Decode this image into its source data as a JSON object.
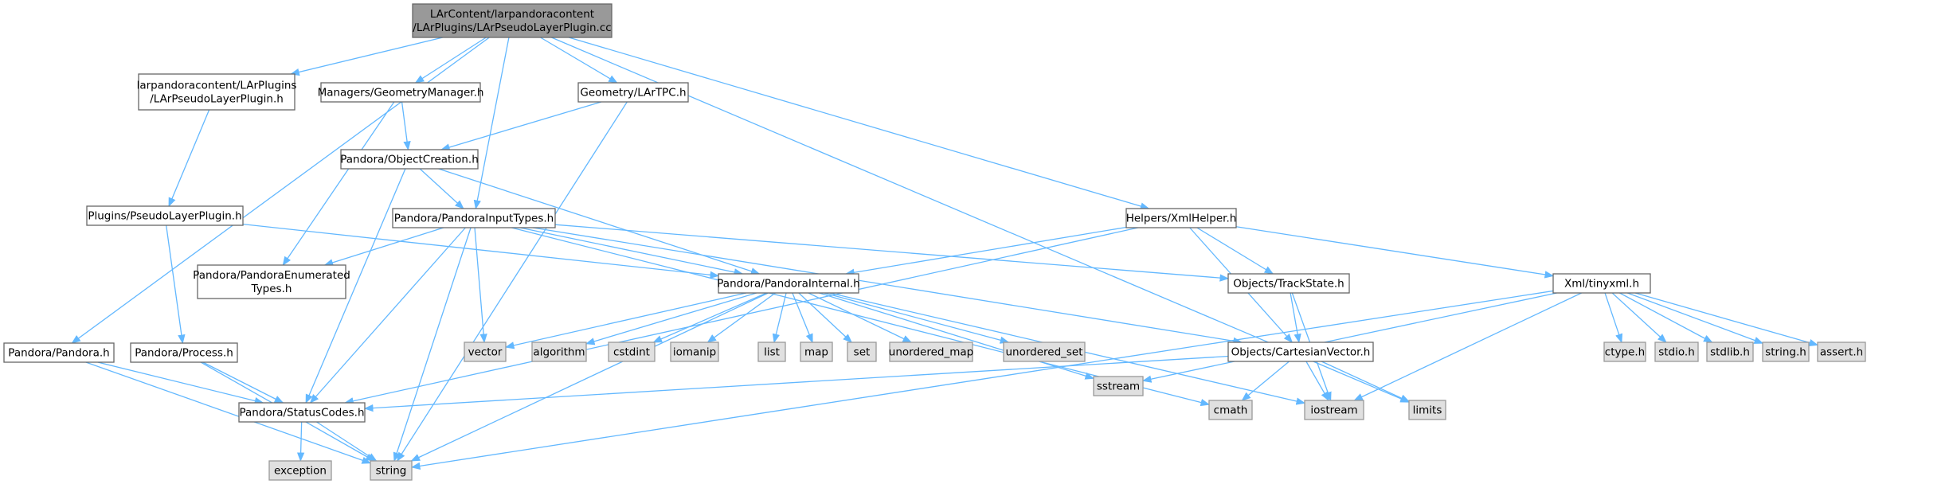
{
  "graph": {
    "edge_color": "#63b8ff",
    "nodes": [
      {
        "id": "root",
        "lines": [
          "LArContent/larpandoracontent",
          "/LArPlugins/LArPseudoLayerPlugin.cc"
        ],
        "kind": "root"
      },
      {
        "id": "larpseudohdr",
        "lines": [
          "larpandoracontent/LArPlugins",
          "/LArPseudoLayerPlugin.h"
        ],
        "kind": "normal"
      },
      {
        "id": "geommgr",
        "lines": [
          "Managers/GeometryManager.h"
        ],
        "kind": "normal"
      },
      {
        "id": "lartpc",
        "lines": [
          "Geometry/LArTPC.h"
        ],
        "kind": "normal"
      },
      {
        "id": "objcreation",
        "lines": [
          "Pandora/ObjectCreation.h"
        ],
        "kind": "normal"
      },
      {
        "id": "pseudoplugin",
        "lines": [
          "Plugins/PseudoLayerPlugin.h"
        ],
        "kind": "normal"
      },
      {
        "id": "inputtypes",
        "lines": [
          "Pandora/PandoraInputTypes.h"
        ],
        "kind": "normal"
      },
      {
        "id": "xmlhelper",
        "lines": [
          "Helpers/XmlHelper.h"
        ],
        "kind": "normal"
      },
      {
        "id": "enumtypes",
        "lines": [
          "Pandora/PandoraEnumerated",
          "Types.h"
        ],
        "kind": "normal"
      },
      {
        "id": "internal",
        "lines": [
          "Pandora/PandoraInternal.h"
        ],
        "kind": "normal"
      },
      {
        "id": "trackstate",
        "lines": [
          "Objects/TrackState.h"
        ],
        "kind": "normal"
      },
      {
        "id": "tinyxml",
        "lines": [
          "Xml/tinyxml.h"
        ],
        "kind": "normal"
      },
      {
        "id": "pandora",
        "lines": [
          "Pandora/Pandora.h"
        ],
        "kind": "normal"
      },
      {
        "id": "process",
        "lines": [
          "Pandora/Process.h"
        ],
        "kind": "normal"
      },
      {
        "id": "statuscodes",
        "lines": [
          "Pandora/StatusCodes.h"
        ],
        "kind": "normal"
      },
      {
        "id": "cartvec",
        "lines": [
          "Objects/CartesianVector.h"
        ],
        "kind": "normal"
      },
      {
        "id": "vector",
        "lines": [
          "vector"
        ],
        "kind": "system"
      },
      {
        "id": "algorithm",
        "lines": [
          "algorithm"
        ],
        "kind": "system"
      },
      {
        "id": "cstdint",
        "lines": [
          "cstdint"
        ],
        "kind": "system"
      },
      {
        "id": "iomanip",
        "lines": [
          "iomanip"
        ],
        "kind": "system"
      },
      {
        "id": "list",
        "lines": [
          "list"
        ],
        "kind": "system"
      },
      {
        "id": "map",
        "lines": [
          "map"
        ],
        "kind": "system"
      },
      {
        "id": "set",
        "lines": [
          "set"
        ],
        "kind": "system"
      },
      {
        "id": "unordered_map",
        "lines": [
          "unordered_map"
        ],
        "kind": "system"
      },
      {
        "id": "unordered_set",
        "lines": [
          "unordered_set"
        ],
        "kind": "system"
      },
      {
        "id": "sstream",
        "lines": [
          "sstream"
        ],
        "kind": "system"
      },
      {
        "id": "ctype",
        "lines": [
          "ctype.h"
        ],
        "kind": "system"
      },
      {
        "id": "stdio",
        "lines": [
          "stdio.h"
        ],
        "kind": "system"
      },
      {
        "id": "stdlib",
        "lines": [
          "stdlib.h"
        ],
        "kind": "system"
      },
      {
        "id": "stringh",
        "lines": [
          "string.h"
        ],
        "kind": "system"
      },
      {
        "id": "asserth",
        "lines": [
          "assert.h"
        ],
        "kind": "system"
      },
      {
        "id": "cmath",
        "lines": [
          "cmath"
        ],
        "kind": "system"
      },
      {
        "id": "iostream",
        "lines": [
          "iostream"
        ],
        "kind": "system"
      },
      {
        "id": "limits",
        "lines": [
          "limits"
        ],
        "kind": "system"
      },
      {
        "id": "exception",
        "lines": [
          "exception"
        ],
        "kind": "system"
      },
      {
        "id": "string",
        "lines": [
          "string"
        ],
        "kind": "system"
      }
    ],
    "edges": [
      [
        "root",
        "larpseudohdr"
      ],
      [
        "root",
        "geommgr"
      ],
      [
        "root",
        "lartpc"
      ],
      [
        "root",
        "inputtypes"
      ],
      [
        "root",
        "xmlhelper"
      ],
      [
        "root",
        "pandora"
      ],
      [
        "root",
        "limits"
      ],
      [
        "larpseudohdr",
        "pseudoplugin"
      ],
      [
        "geommgr",
        "objcreation"
      ],
      [
        "geommgr",
        "enumtypes"
      ],
      [
        "lartpc",
        "objcreation"
      ],
      [
        "lartpc",
        "string"
      ],
      [
        "objcreation",
        "inputtypes"
      ],
      [
        "objcreation",
        "internal"
      ],
      [
        "objcreation",
        "statuscodes"
      ],
      [
        "pseudoplugin",
        "internal"
      ],
      [
        "pseudoplugin",
        "process"
      ],
      [
        "inputtypes",
        "enumtypes"
      ],
      [
        "inputtypes",
        "internal"
      ],
      [
        "inputtypes",
        "statuscodes"
      ],
      [
        "inputtypes",
        "trackstate"
      ],
      [
        "inputtypes",
        "cartvec"
      ],
      [
        "inputtypes",
        "vector"
      ],
      [
        "inputtypes",
        "string"
      ],
      [
        "inputtypes",
        "cmath"
      ],
      [
        "xmlhelper",
        "internal"
      ],
      [
        "xmlhelper",
        "trackstate"
      ],
      [
        "xmlhelper",
        "cartvec"
      ],
      [
        "xmlhelper",
        "tinyxml"
      ],
      [
        "xmlhelper",
        "statuscodes"
      ],
      [
        "internal",
        "vector"
      ],
      [
        "internal",
        "algorithm"
      ],
      [
        "internal",
        "cstdint"
      ],
      [
        "internal",
        "iomanip"
      ],
      [
        "internal",
        "list"
      ],
      [
        "internal",
        "map"
      ],
      [
        "internal",
        "set"
      ],
      [
        "internal",
        "unordered_map"
      ],
      [
        "internal",
        "unordered_set"
      ],
      [
        "internal",
        "sstream"
      ],
      [
        "internal",
        "iostream"
      ],
      [
        "internal",
        "string"
      ],
      [
        "trackstate",
        "cartvec"
      ],
      [
        "trackstate",
        "iostream"
      ],
      [
        "tinyxml",
        "sstream"
      ],
      [
        "tinyxml",
        "ctype"
      ],
      [
        "tinyxml",
        "stdio"
      ],
      [
        "tinyxml",
        "stdlib"
      ],
      [
        "tinyxml",
        "stringh"
      ],
      [
        "tinyxml",
        "asserth"
      ],
      [
        "tinyxml",
        "iostream"
      ],
      [
        "tinyxml",
        "string"
      ],
      [
        "pandora",
        "statuscodes"
      ],
      [
        "pandora",
        "string"
      ],
      [
        "process",
        "statuscodes"
      ],
      [
        "process",
        "string"
      ],
      [
        "statuscodes",
        "exception"
      ],
      [
        "statuscodes",
        "string"
      ],
      [
        "cartvec",
        "statuscodes"
      ],
      [
        "cartvec",
        "cmath"
      ],
      [
        "cartvec",
        "iostream"
      ],
      [
        "cartvec",
        "limits"
      ]
    ]
  }
}
